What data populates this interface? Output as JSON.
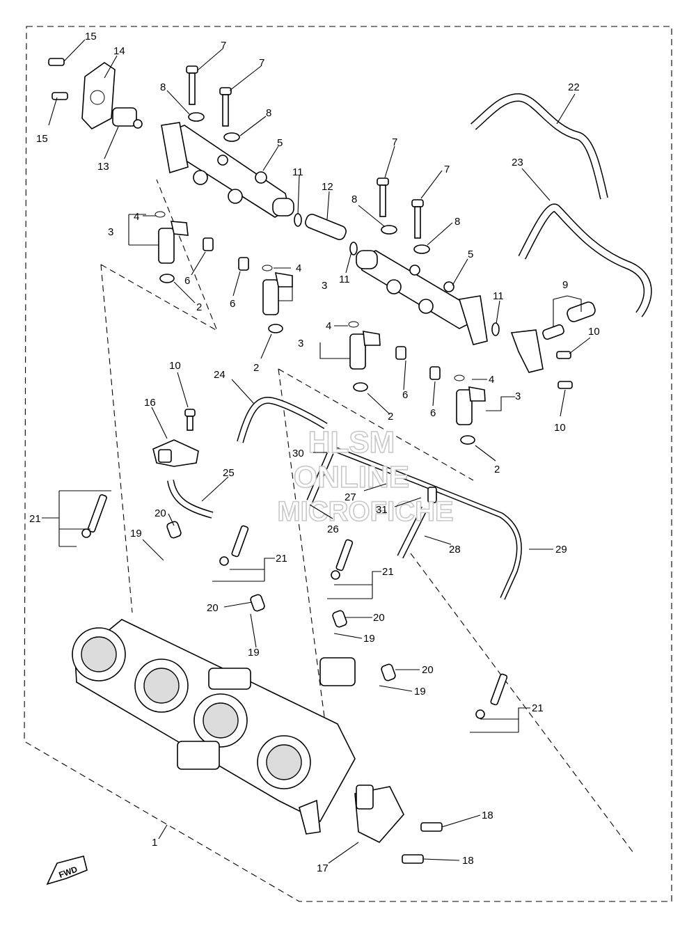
{
  "diagram": {
    "callouts": {
      "c1": "1",
      "c2a": "2",
      "c2b": "2",
      "c2c": "2",
      "c2d": "2",
      "c3a": "3",
      "c3b": "3",
      "c3c": "3",
      "c3d": "3",
      "c4a": "4",
      "c4b": "4",
      "c4c": "4",
      "c4d": "4",
      "c5a": "5",
      "c5b": "5",
      "c6a": "6",
      "c6b": "6",
      "c6c": "6",
      "c6d": "6",
      "c7a": "7",
      "c7b": "7",
      "c7c": "7",
      "c7d": "7",
      "c8a": "8",
      "c8b": "8",
      "c8c": "8",
      "c8d": "8",
      "c9": "9",
      "c10a": "10",
      "c10b": "10",
      "c10c": "10",
      "c11a": "11",
      "c11b": "11",
      "c11c": "11",
      "c12": "12",
      "c13": "13",
      "c14": "14",
      "c15a": "15",
      "c15b": "15",
      "c16": "16",
      "c17": "17",
      "c18a": "18",
      "c18b": "18",
      "c19a": "19",
      "c19b": "19",
      "c19c": "19",
      "c19d": "19",
      "c20a": "20",
      "c20b": "20",
      "c20c": "20",
      "c20d": "20",
      "c21a": "21",
      "c21b": "21",
      "c21c": "21",
      "c21d": "21",
      "c22": "22",
      "c23": "23",
      "c24": "24",
      "c25": "25",
      "c26": "26",
      "c27": "27",
      "c28": "28",
      "c29": "29",
      "c30": "30",
      "c31": "31"
    },
    "watermark": {
      "line1": "HLSM",
      "line2": "ONLINE",
      "line3": "MICROFICHE"
    },
    "fwd_label": "FWD"
  }
}
